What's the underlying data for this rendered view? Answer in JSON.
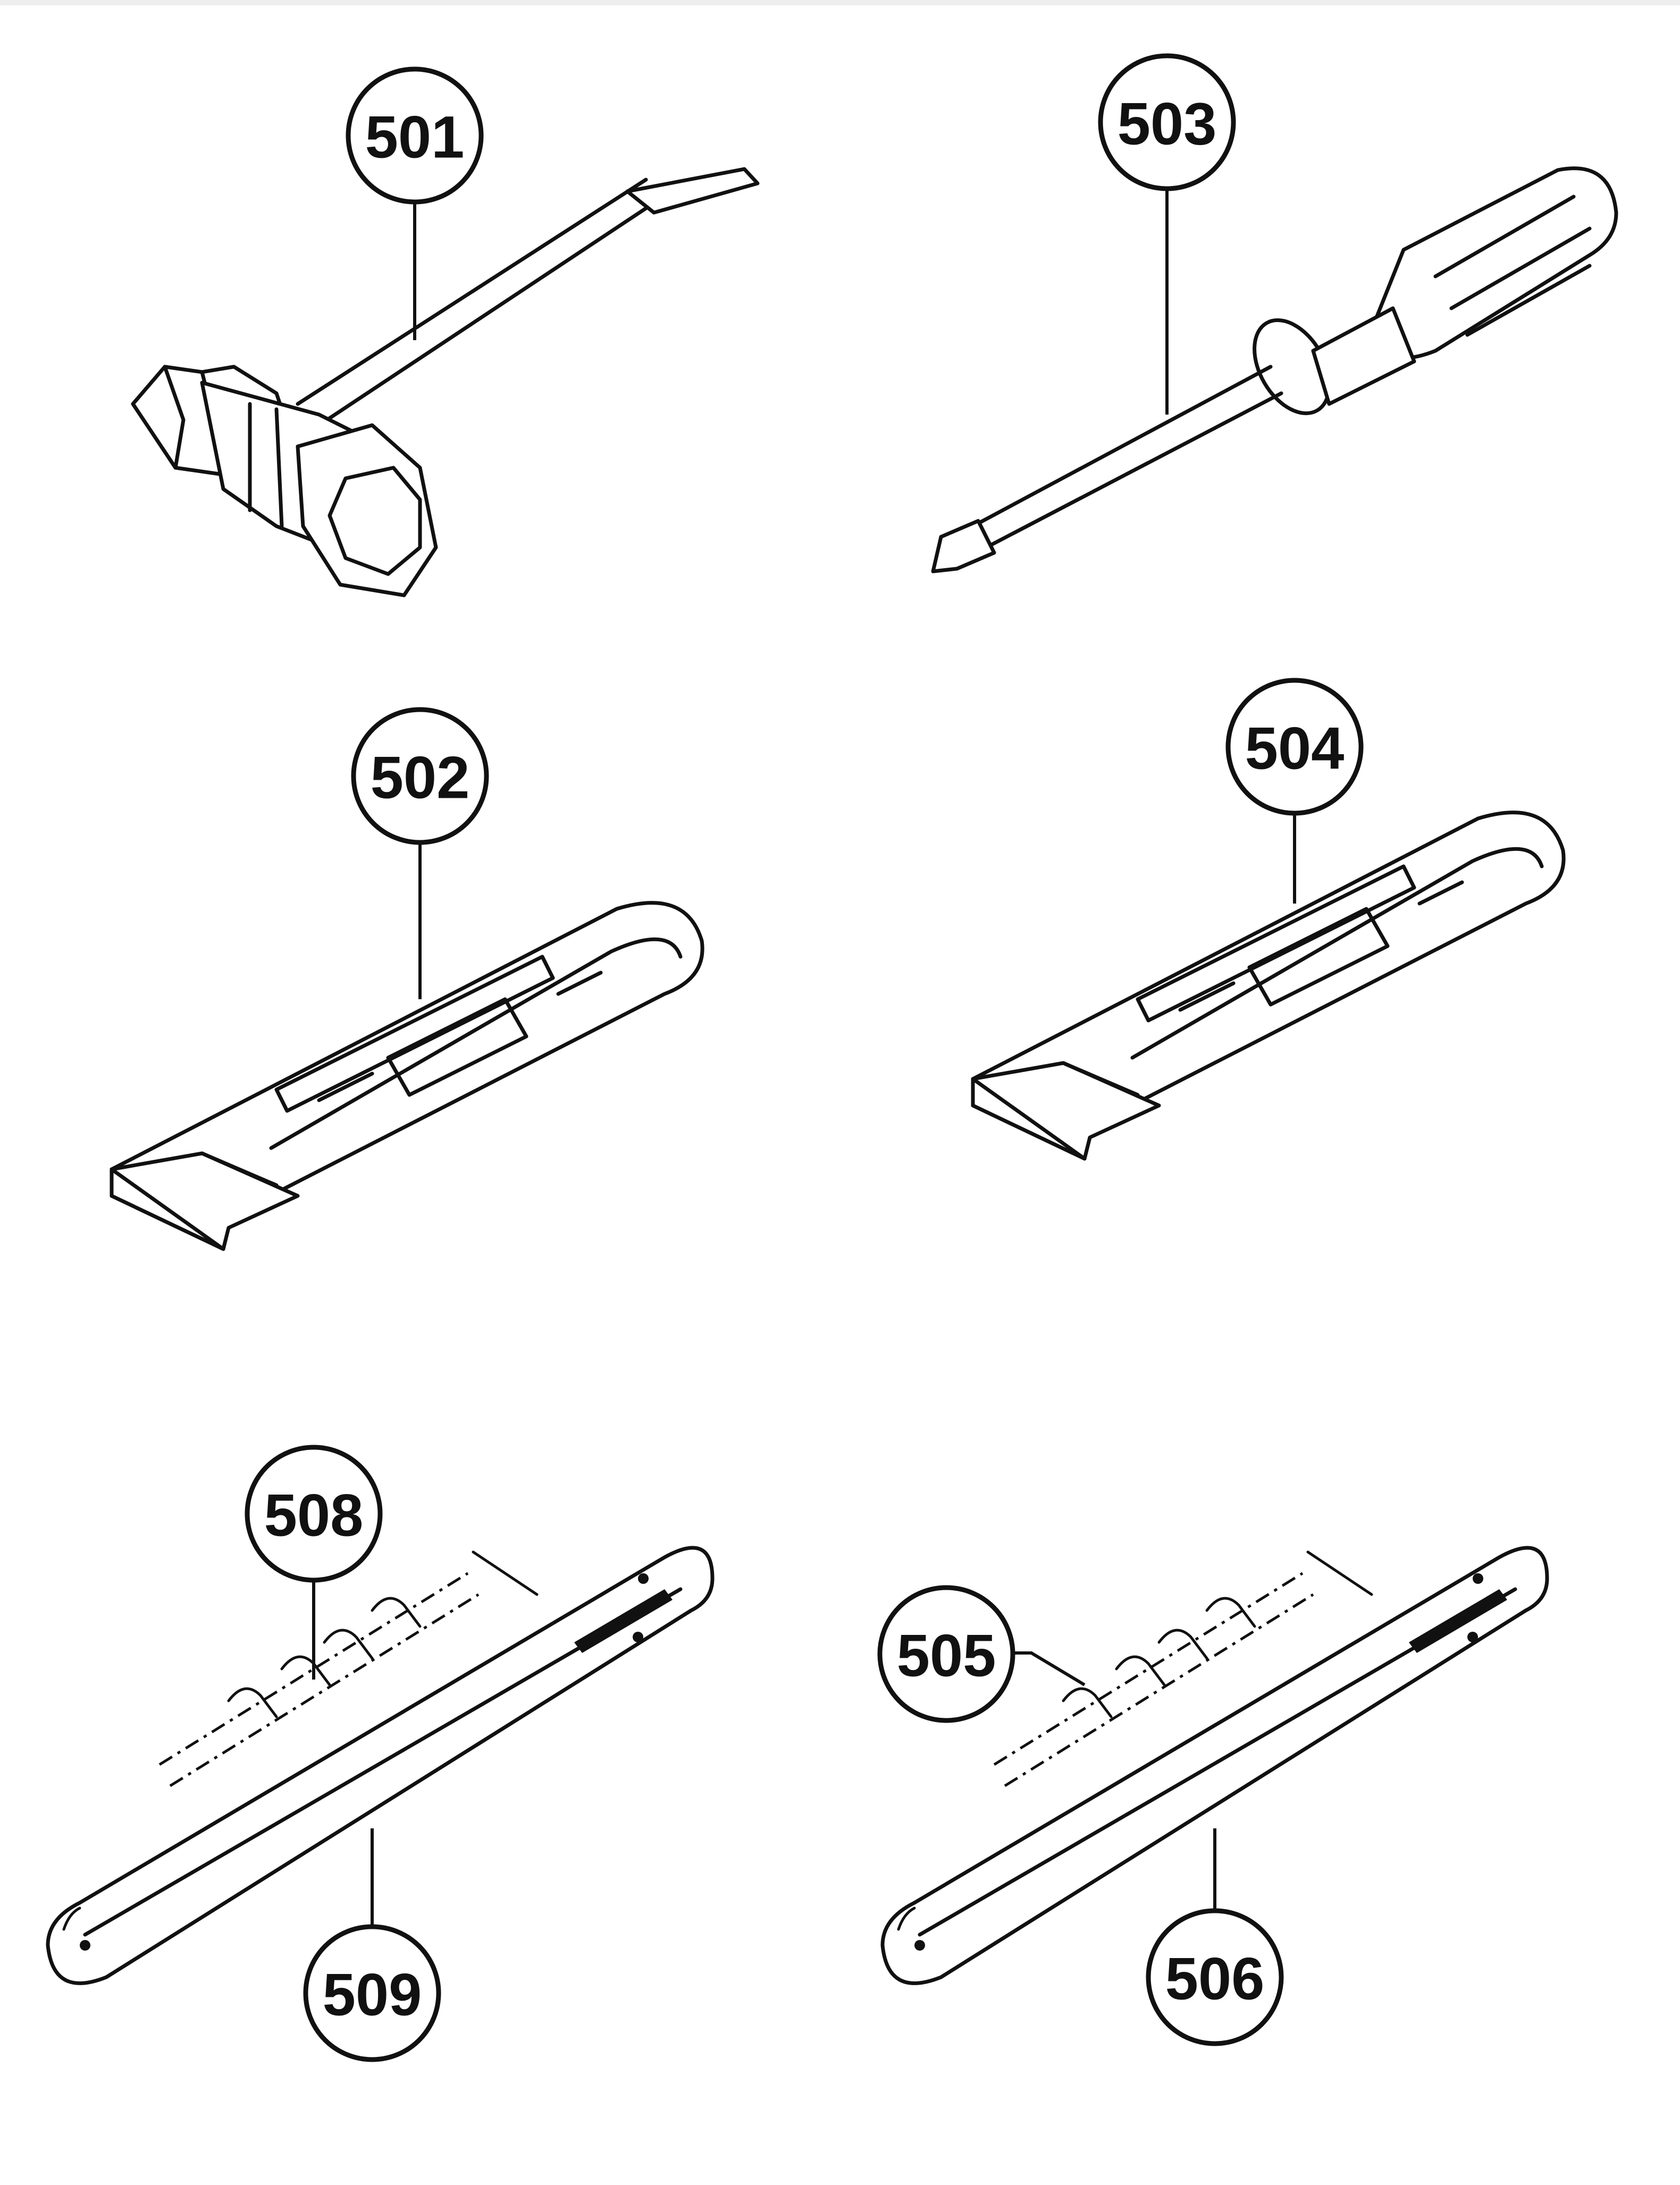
{
  "parts": [
    {
      "id": "part-501",
      "number": "501",
      "icon": "spark-plug-wrench-icon"
    },
    {
      "id": "part-503",
      "number": "503",
      "icon": "screwdriver-icon"
    },
    {
      "id": "part-502",
      "number": "502",
      "icon": "bar-cover-icon"
    },
    {
      "id": "part-504",
      "number": "504",
      "icon": "bar-cover-icon"
    },
    {
      "id": "part-508",
      "number": "508",
      "icon": "saw-chain-icon"
    },
    {
      "id": "part-509",
      "number": "509",
      "icon": "guide-bar-icon"
    },
    {
      "id": "part-505",
      "number": "505",
      "icon": "saw-chain-icon"
    },
    {
      "id": "part-506",
      "number": "506",
      "icon": "guide-bar-icon"
    }
  ]
}
